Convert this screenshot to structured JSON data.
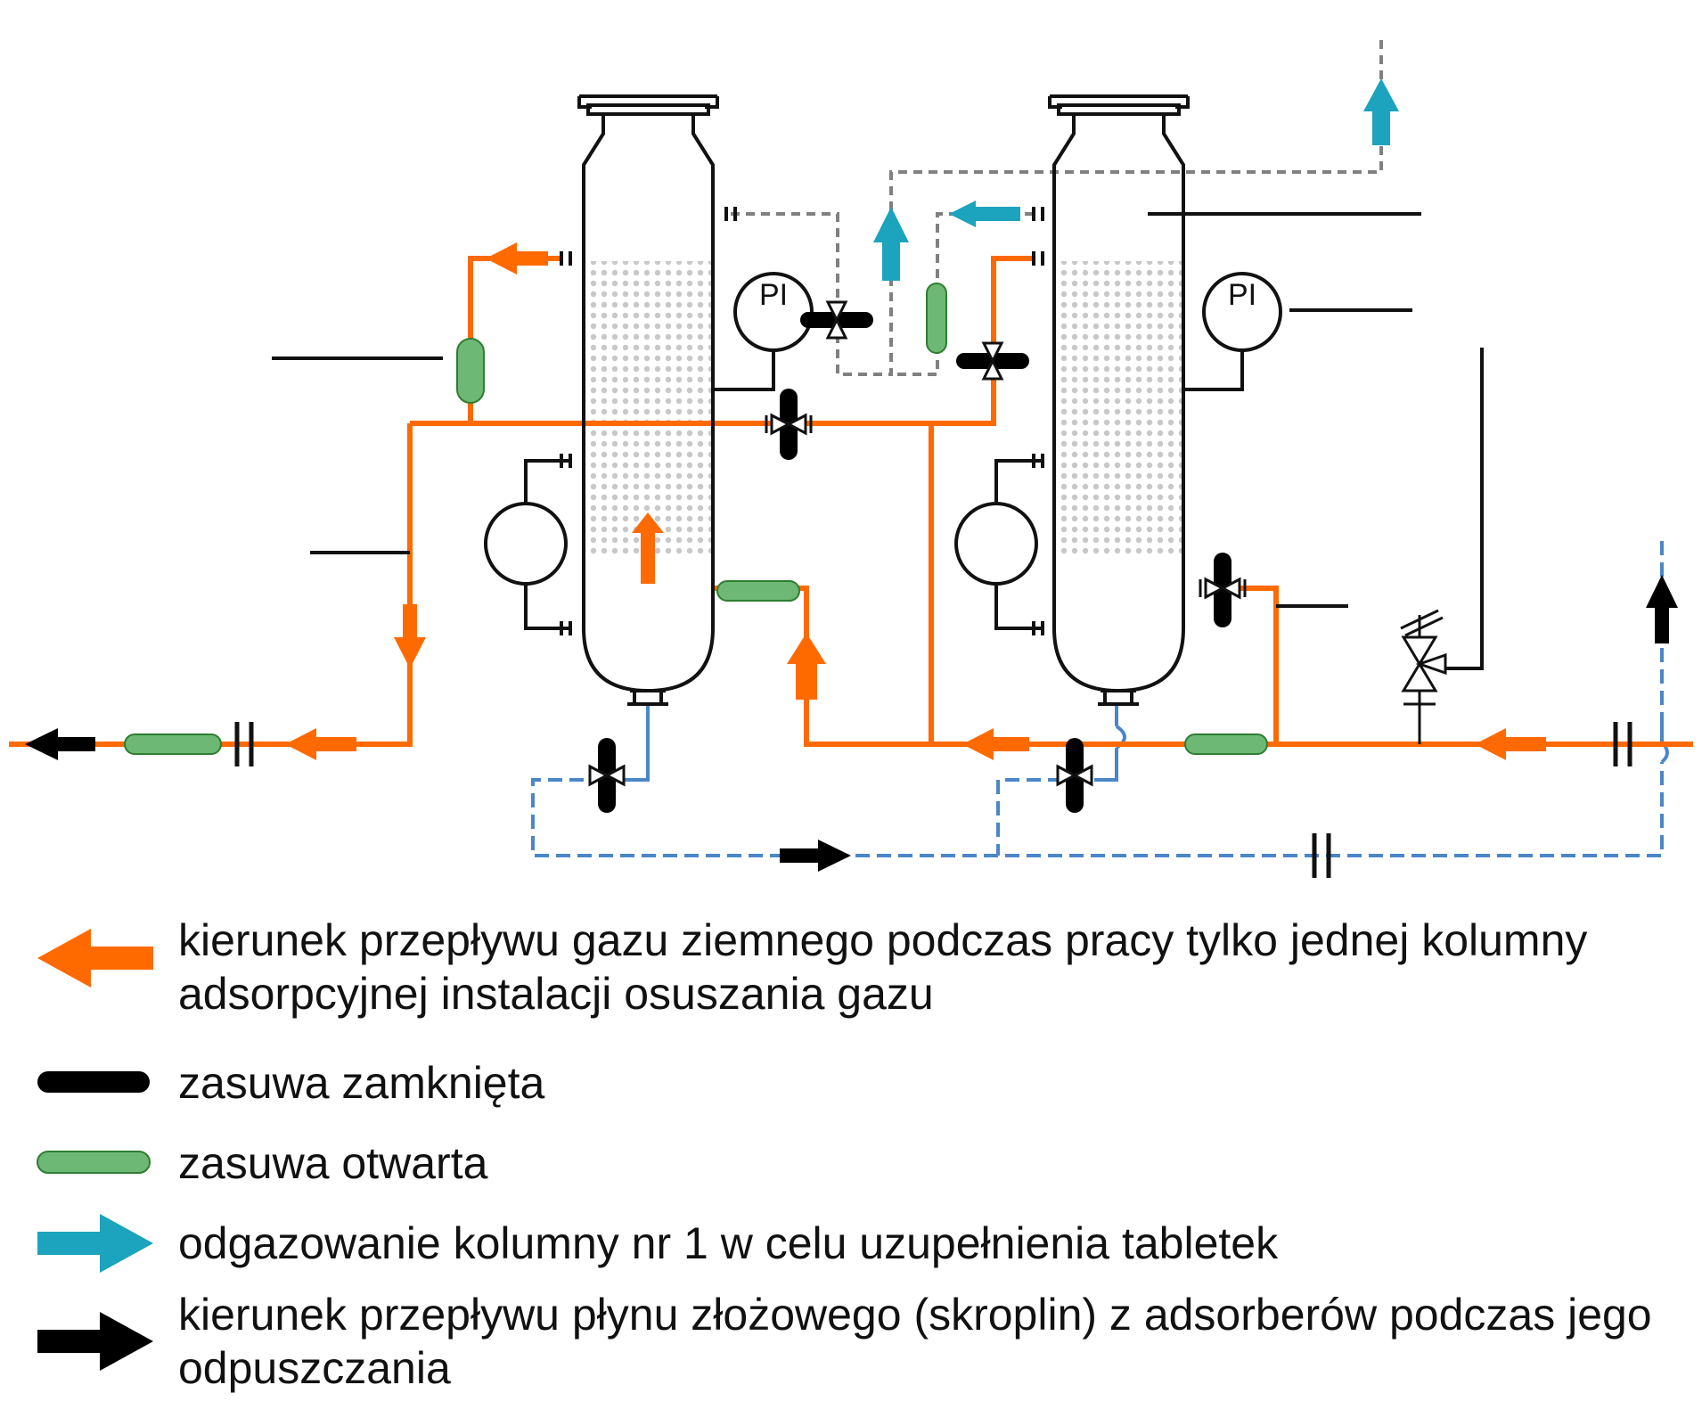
{
  "instruments": {
    "pressure_indicator_1": "PI",
    "pressure_indicator_2": "PI"
  },
  "legend": [
    {
      "symbol": "orange-arrow-icon",
      "text": "kierunek przepływu gazu ziemnego podczas pracy tylko jednej kolumny adsorpcyjnej instalacji osuszania gazu"
    },
    {
      "symbol": "closed-valve-icon",
      "text": "zasuwa zamknięta"
    },
    {
      "symbol": "open-valve-icon",
      "text": "zasuwa otwarta"
    },
    {
      "symbol": "cyan-arrow-icon",
      "text": "odgazowanie kolumny nr 1 w celu uzupełnienia tabletek"
    },
    {
      "symbol": "black-arrow-icon",
      "text": "kierunek przepływu płynu złożowego (skroplin) z adsorberów podczas jego odpuszczania"
    }
  ],
  "colors": {
    "gas_flow": "#ff6a00",
    "closed_valve": "#000000",
    "open_valve": "#6db874",
    "open_valve_border": "#2e7d32",
    "degassing": "#1ca3bd",
    "condensate_line": "#4a86c8",
    "vent_line": "#808080",
    "bed_dots": "#c8c8c8"
  }
}
